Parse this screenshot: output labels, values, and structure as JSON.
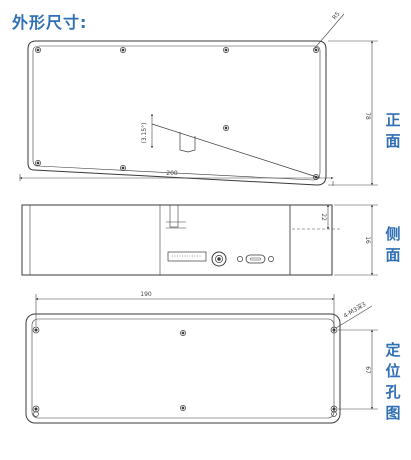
{
  "title": "外形尺寸:",
  "views": {
    "front": {
      "label": "正\n面",
      "dims": {
        "width": "200",
        "height": "78",
        "angle": "(3.15°)",
        "corner": "R5"
      }
    },
    "side": {
      "label": "侧\n面",
      "dims": {
        "thickness": "16",
        "step": "22"
      }
    },
    "holes": {
      "label": "定\n位\n孔\n图",
      "dims": {
        "spacing_x": "190",
        "spacing_y": "67",
        "hole_spec": "4-M3深3"
      }
    }
  },
  "colors": {
    "accent": "#2f6fb3",
    "line": "#3a3a3a"
  }
}
